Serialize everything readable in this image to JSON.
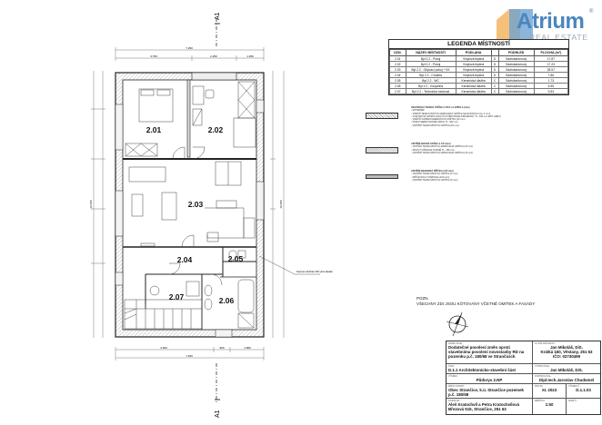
{
  "drawing": {
    "section_marker_top": "A1",
    "section_marker_bottom": "A1",
    "rooms": [
      {
        "id": "2.01",
        "label": "2.01"
      },
      {
        "id": "2.02",
        "label": "2.02"
      },
      {
        "id": "2.03",
        "label": "2.03"
      },
      {
        "id": "2.04",
        "label": "2.04"
      },
      {
        "id": "2.05",
        "label": "2.05"
      },
      {
        "id": "2.06",
        "label": "2.06"
      },
      {
        "id": "2.07",
        "label": "2.07"
      }
    ],
    "dimensions": {
      "top_overall": "7.250",
      "top_left": "3.750",
      "top_mid": "2.250",
      "top_right": "1.250",
      "bottom_overall": "7.250",
      "bottom_left": "4.400",
      "bottom_mid": "900",
      "bottom_right": "1.950",
      "left_overall": "10.250",
      "right_overall": "10.250"
    },
    "annotation_right": "Nucené odvětrání WC přes fasádu"
  },
  "logo": {
    "brand": "Atrium",
    "tagline": "REAL ESTATE",
    "trademark": "®",
    "colors": {
      "orange": "#f5c07a",
      "blue": "#4a86bd",
      "text": "#4a86bd"
    }
  },
  "legend": {
    "title": "LEGENDA MÍSTNOSTÍ",
    "headers": [
      "OZN.",
      "NÁZEV MÍSTNOSTI",
      "PODLAHA",
      "",
      "PODHLED",
      "PLOCHA (m²)"
    ],
    "rows": [
      [
        "2.01",
        "Byt 2.2 - Pokoj",
        "Vinylová lepená",
        "D",
        "Sádrokartonový",
        "17.87"
      ],
      [
        "2.02",
        "Byt 2.2 - Pokoj",
        "Vinylová lepená",
        "D",
        "Sádrokartonový",
        "17.23"
      ],
      [
        "2.03",
        "Byt 2.2 - Obývací pokoj + KK",
        "Vinylová lepená",
        "D",
        "Sádrokartonový",
        "28.57"
      ],
      [
        "2.04",
        "Byt 2.2 - Chodba",
        "Vinylová lepená",
        "D",
        "Sádrokartonový",
        "7.86"
      ],
      [
        "2.05",
        "Byt 2.2 - WC",
        "Keramická dlažba",
        "C",
        "Sádrokartonový",
        "1.73"
      ],
      [
        "2.06",
        "Byt 2.2 - Koupelna",
        "Keramická dlažba",
        "C",
        "Sádrokartonový",
        "6.95"
      ],
      [
        "2.07",
        "Byt 2.2 - Technická místnost",
        "Keramická dlažba",
        "C",
        "Sádrokartonový",
        "5.53"
      ]
    ]
  },
  "wall_types": [
    {
      "heading": "OBVODOVÁ NOSNÁ STĚNA Z CP.K a LEPIDLA (mm)",
      "lines": [
        "- EXTERIÉR",
        "- VNĚJŠÍ TENKOVRSTVÁ ARMOVANÁ OMÍTKA SILIKONOVÁ (cca. 4 mm)",
        "- KONTAKTNÍ ZATEPLOVACÍ SYSTÉM (PENA PRÍLEPENÝ TL. 100 mm EPS GREY)",
        "- VNĚJŠÍ VÁPENOCEMENTOVÁ OMÍTKA (10 mm)",
        "- POROTHERM NOSNÉ ZDIVO TL. 300 mm",
        "- VNITŘNÍ TENKOVRSTVÁ OMÍTKA (15 mm)"
      ]
    },
    {
      "heading": "VNITŘNÍ NOSNÁ STĚNA Z CP (mm)",
      "lines": [
        "- VNITŘNÍ TENKOVRSTVÁ ARMOVANÁ OMÍTKA (15 mm)",
        "- ZDIVO TVÁRNICE NOSNÉ TL. 250 mm",
        "- VNITŘNÍ TENKOVRSTVÁ ARMOVANÁ OMÍTKA (15 mm)"
      ]
    },
    {
      "heading": "VNITŘNÍ NENOSNÁ PŘÍČKA (115 mm)",
      "lines": [
        "- VNITŘNÍ TENKOVRSTVÁ OMÍTKA (5 mm)",
        "- PŘÍČKOVKA TVÁRNICE (100 mm)",
        "- VNITŘNÍ TENKOVRSTVÁ OMÍTKA (5 mm)"
      ]
    }
  ],
  "note": {
    "label": "POZN.",
    "text": "VŠECHNY ZDI JSOU KÓTOVÁNY VČETNĚ OMÍTEK A FASÁDY"
  },
  "title_block": {
    "project_label": "NÁZEV AKCE:",
    "project": "Dodatečné povolení změn oproti stavebnímu povolení novostavby RD na pozemku p.č. 180/68 ve Strančicích",
    "author_label": "AUTOR PROJEKTU:",
    "author_lines": [
      "Jan Mikoláš, DiS.",
      "Krátká 160, Věstany, 251 63",
      "IČO: 02730499"
    ],
    "part_label": "ČÁST:",
    "part": "D.1.1 Architektonicko-stavební část",
    "drawn_by_label": "VYPRACOVAL:",
    "drawn_by": "Jan Mikoláš, DiS.",
    "drawing_label": "VÝKRES:",
    "drawing": "Půdorys 2.NP",
    "checked_label": "KONTROLOVAL:",
    "checked": "Dipl.tech.Jaroslav Chudomel",
    "site_label": "MÍSTO STAVBY:",
    "site": "Obec Strančice, k.ú. Strančice pozemek p.č. 180/68",
    "date_label": "DATUM:",
    "date": "XI. 2023",
    "drawing_no_label": "VÝKRES Č.:",
    "drawing_no": "D.1.1.03",
    "investor_label": "INVESTOR:",
    "investor": "Aleš Kratochvíl a Petra Kratochvílová Březová 515, Strančice, 251 63",
    "scale_label": "MĚŘÍTKO:",
    "scale": "1:50",
    "sheet_label": "PARÉ Č.:",
    "sheet": ""
  }
}
